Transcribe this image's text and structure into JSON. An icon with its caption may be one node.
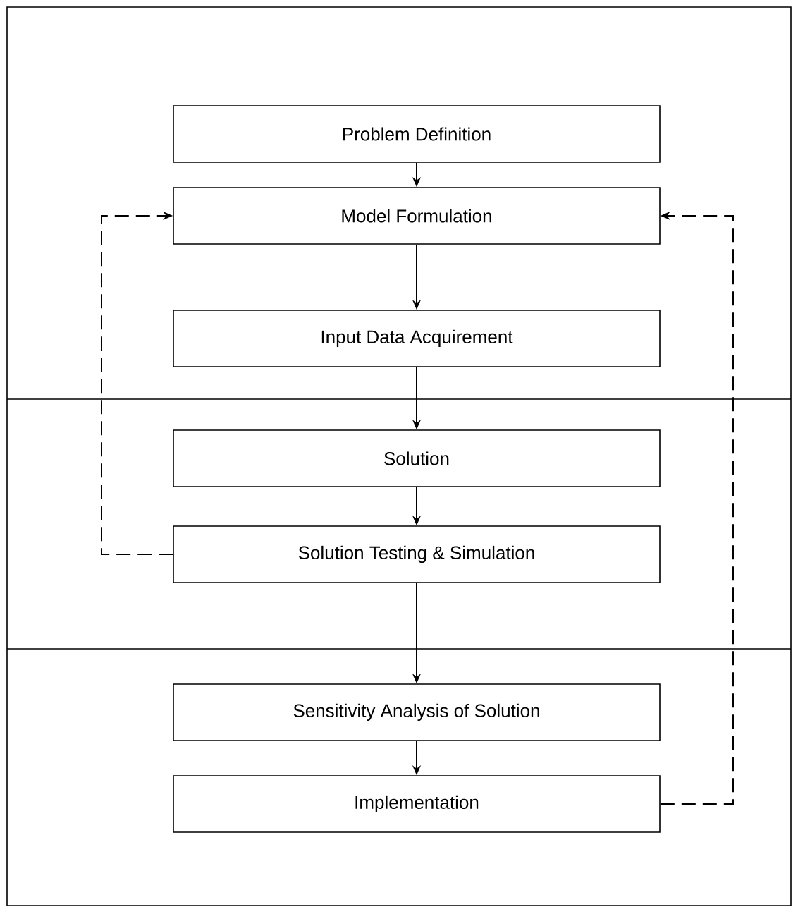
{
  "diagram": {
    "nodes": [
      {
        "text": [
          "Problem Definition"
        ]
      },
      {
        "text": [
          "Model Formulation"
        ]
      },
      {
        "text": [
          "Input Data Acquirement"
        ]
      },
      {
        "text": [
          "Solution"
        ]
      },
      {
        "text": [
          "Solution Testing & Simulation"
        ]
      },
      {
        "text": [
          "Sensitivity Analysis of Solution"
        ]
      },
      {
        "text": [
          "Implementation"
        ]
      }
    ],
    "edges": [
      {
        "from": 0,
        "to": 1,
        "arrow": "to"
      },
      {
        "from": 1,
        "to": 2,
        "arrow": "to"
      },
      {
        "from": 2,
        "to": 3,
        "arrow": "to"
      },
      {
        "from": 3,
        "to": 4,
        "arrow": "to"
      },
      {
        "from": 4,
        "to": 5,
        "arrow": "to"
      },
      {
        "from": 5,
        "to": 6,
        "arrow": "to"
      },
      {
        "from": 4,
        "to": 1,
        "arrow": "to",
        "style": "dashed"
      },
      {
        "from": 6,
        "to": 1,
        "arrow": "to",
        "style": "dashed"
      }
    ]
  }
}
